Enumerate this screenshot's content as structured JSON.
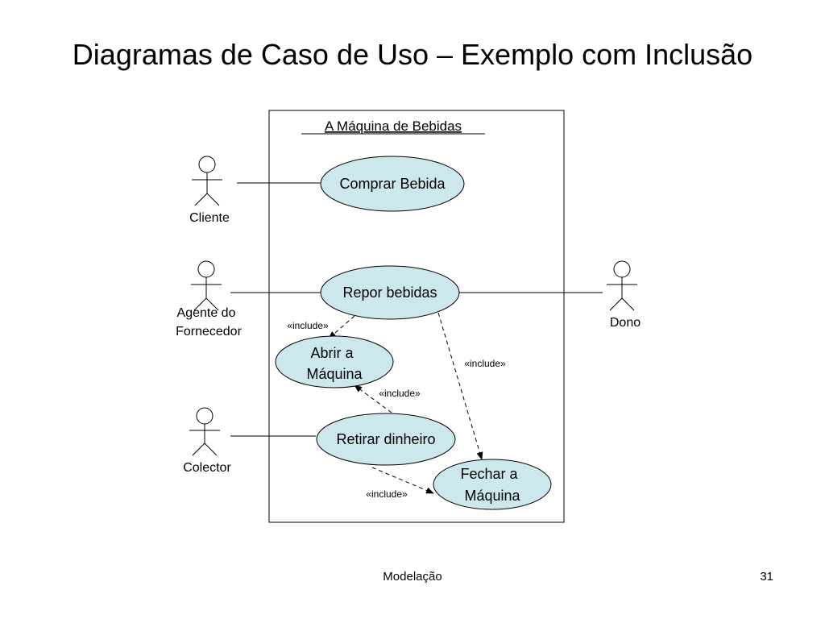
{
  "slide": {
    "title": "Diagramas de Caso de Uso – Exemplo com Inclusão",
    "footer": "Modelação",
    "page_number": "31"
  },
  "system": {
    "name": "A Máquina de Bebidas"
  },
  "actors": {
    "cliente": "Cliente",
    "fornecedor_line1": "Agente do",
    "fornecedor_line2": "Fornecedor",
    "colector": "Colector",
    "dono": "Dono"
  },
  "use_cases": {
    "comprar": "Comprar Bebida",
    "repor": "Repor bebidas",
    "abrir_line1": "Abrir a",
    "abrir_line2": "Máquina",
    "retirar": "Retirar dinheiro",
    "fechar_line1": "Fechar a",
    "fechar_line2": "Máquina"
  },
  "relations": {
    "include_repor_abrir": "«include»",
    "include_repor_fechar": "«include»",
    "include_retirar_abrir": "«include»",
    "include_retirar_fechar": "«include»"
  },
  "colors": {
    "use_case_fill": "#cce8ec",
    "stroke": "#000000"
  }
}
